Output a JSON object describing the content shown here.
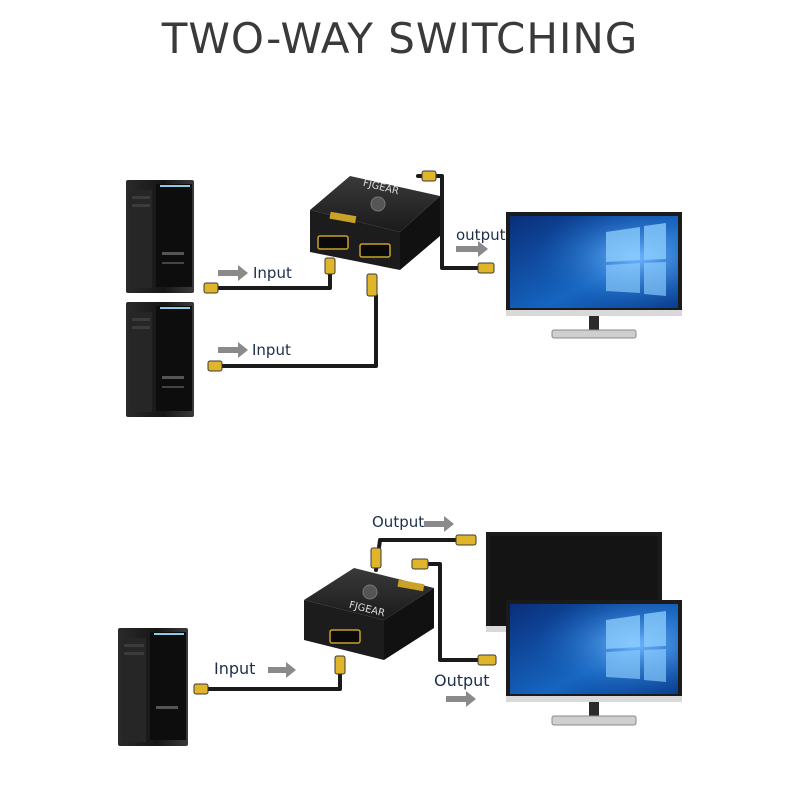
{
  "title": "TWO-WAY SWITCHING",
  "top_diagram": {
    "input_1": "Input",
    "input_2": "Input",
    "output": "output",
    "switch_brand": "FJGEAR"
  },
  "bottom_diagram": {
    "input": "Input",
    "output_1": "Output",
    "output_2": "Output",
    "switch_brand": "FJGEAR"
  },
  "colors": {
    "cable": "#1a1a1a",
    "connector": "#e0b52a",
    "arrow": "#8a8a8a",
    "screen": "#1565c0"
  }
}
